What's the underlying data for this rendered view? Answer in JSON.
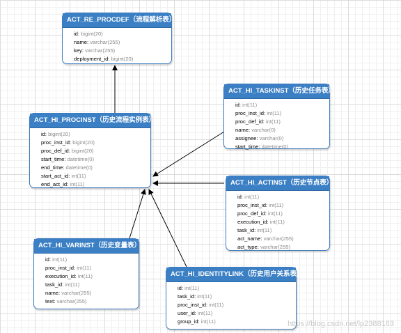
{
  "colors": {
    "header": "#3b7fc4",
    "border": "#3d7cc0",
    "arrow": "#000000",
    "type_text": "#8a8a8a"
  },
  "entities": [
    {
      "id": "re_procdef",
      "title": "ACT_RE_PROCDEF（流程解析表）",
      "fields": [
        {
          "name": "id",
          "type": "bigint(20)"
        },
        {
          "name": "name",
          "type": "varchar(255)"
        },
        {
          "name": "key",
          "type": "varchar(255)"
        },
        {
          "name": "deployment_id",
          "type": "bigint(20)"
        }
      ]
    },
    {
      "id": "hi_procinst",
      "title": "ACT_HI_PROCINST（历史流程实例表）",
      "fields": [
        {
          "name": "id",
          "type": "bigint(20)"
        },
        {
          "name": "proc_inst_id",
          "type": "bigint(20)"
        },
        {
          "name": "proc_def_id",
          "type": "bigint(20)"
        },
        {
          "name": "start_time",
          "type": "datetime(0)"
        },
        {
          "name": "end_time",
          "type": "datetime(0)"
        },
        {
          "name": "start_act_id",
          "type": "int(11)"
        },
        {
          "name": "end_act_id",
          "type": "int(11)"
        }
      ]
    },
    {
      "id": "hi_taskinst",
      "title": "ACT_HI_TASKINST（历史任务表）",
      "fields": [
        {
          "name": "id",
          "type": "int(11)"
        },
        {
          "name": "proc_inst_id",
          "type": "int(11)"
        },
        {
          "name": "proc_def_id",
          "type": "int(11)"
        },
        {
          "name": "name",
          "type": "varchar(0)"
        },
        {
          "name": "assignee",
          "type": "varchar(0)"
        },
        {
          "name": "start_time",
          "type": "datetime(0)"
        }
      ]
    },
    {
      "id": "hi_actinst",
      "title": "ACT_HI_ACTINST（历史节点表）",
      "fields": [
        {
          "name": "id",
          "type": "int(11)"
        },
        {
          "name": "proc_inst_id",
          "type": "int(11)"
        },
        {
          "name": "proc_def_id",
          "type": "int(11)"
        },
        {
          "name": "execution_id",
          "type": "int(11)"
        },
        {
          "name": "task_id",
          "type": "int(11)"
        },
        {
          "name": "act_name",
          "type": "varchar(255)"
        },
        {
          "name": "act_type",
          "type": "varchar(255)"
        }
      ]
    },
    {
      "id": "hi_varinst",
      "title": "ACT_HI_VARINST（历史变量表）",
      "fields": [
        {
          "name": "id",
          "type": "int(11)"
        },
        {
          "name": "proc_inst_id",
          "type": "int(11)"
        },
        {
          "name": "execution_id",
          "type": "int(11)"
        },
        {
          "name": "task_id",
          "type": "int(11)"
        },
        {
          "name": "name",
          "type": "varchar(255)"
        },
        {
          "name": "text",
          "type": "varchar(255)"
        }
      ]
    },
    {
      "id": "hi_identitylink",
      "title": "ACT_HI_IDENTITYLINK（历史用户关系表）",
      "fields": [
        {
          "name": "id",
          "type": "int(11)"
        },
        {
          "name": "task_id",
          "type": "int(11)"
        },
        {
          "name": "proc_inst_id",
          "type": "int(11)"
        },
        {
          "name": "user_id",
          "type": "int(11)"
        },
        {
          "name": "group_id",
          "type": "int(11)"
        }
      ]
    }
  ],
  "relationships": [
    {
      "from": "hi_procinst",
      "to": "re_procdef"
    },
    {
      "from": "hi_taskinst",
      "to": "hi_procinst"
    },
    {
      "from": "hi_actinst",
      "to": "hi_procinst"
    },
    {
      "from": "hi_varinst",
      "to": "hi_procinst"
    },
    {
      "from": "hi_identitylink",
      "to": "hi_procinst"
    }
  ],
  "watermark": "https://blog.csdn.net/lp2388163"
}
